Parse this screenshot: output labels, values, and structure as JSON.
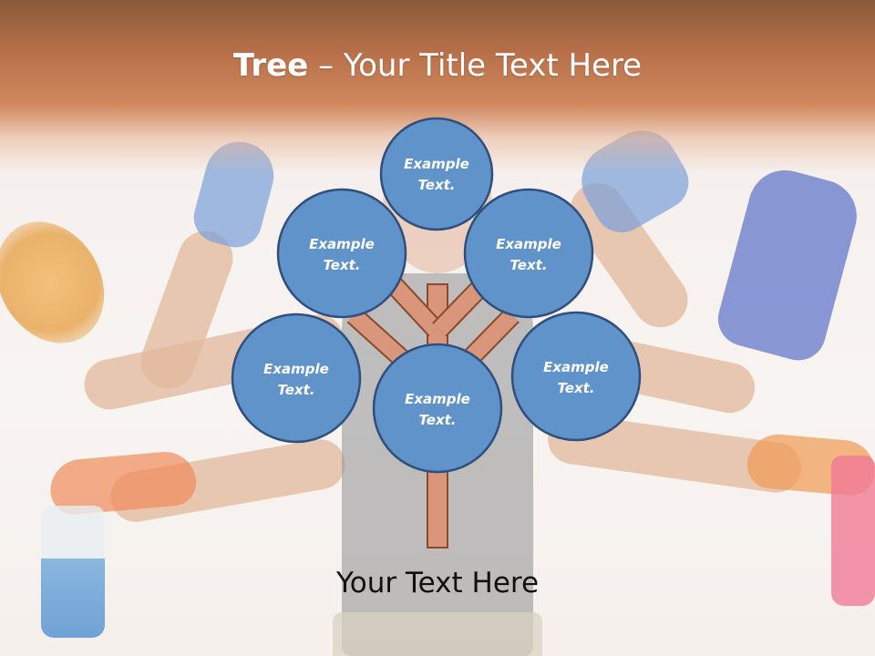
{
  "header": {
    "title_strong": "Tree",
    "title_rest": " – Your Title Text Here"
  },
  "tree": {
    "nodes": [
      {
        "line1": "Example",
        "line2": "Text."
      },
      {
        "line1": "Example",
        "line2": "Text."
      },
      {
        "line1": "Example",
        "line2": "Text."
      },
      {
        "line1": "Example",
        "line2": "Text."
      },
      {
        "line1": "Example",
        "line2": "Text."
      },
      {
        "line1": "Example",
        "line2": "Text."
      }
    ]
  },
  "caption": "Your Text Here",
  "colors": {
    "header_band": "#c47a52",
    "node_fill": "#5f93c9",
    "node_stroke": "#2f4f7c",
    "branch_fill": "#d9967a",
    "branch_stroke": "#8a4a2c"
  }
}
